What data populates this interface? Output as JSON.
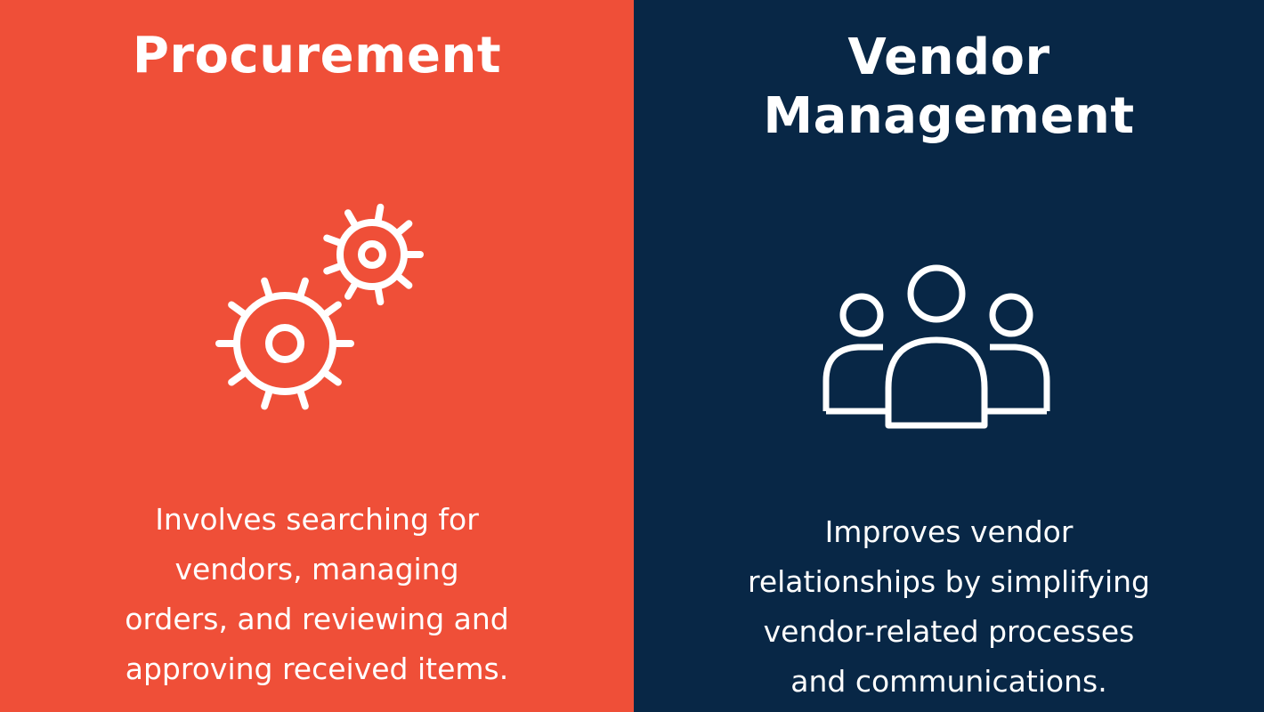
{
  "colors": {
    "left_panel": "#ef4f38",
    "right_panel": "#082746",
    "text": "#ffffff"
  },
  "left": {
    "title": "Procurement",
    "icon": "gears-icon",
    "description_lines": [
      "Involves searching for",
      "vendors, managing",
      "orders, and reviewing and",
      "approving received items."
    ]
  },
  "right": {
    "title_lines": [
      "Vendor",
      "Management"
    ],
    "icon": "people-group-icon",
    "description_lines": [
      "Improves vendor",
      "relationships by simplifying",
      "vendor-related processes",
      "and communications."
    ]
  }
}
